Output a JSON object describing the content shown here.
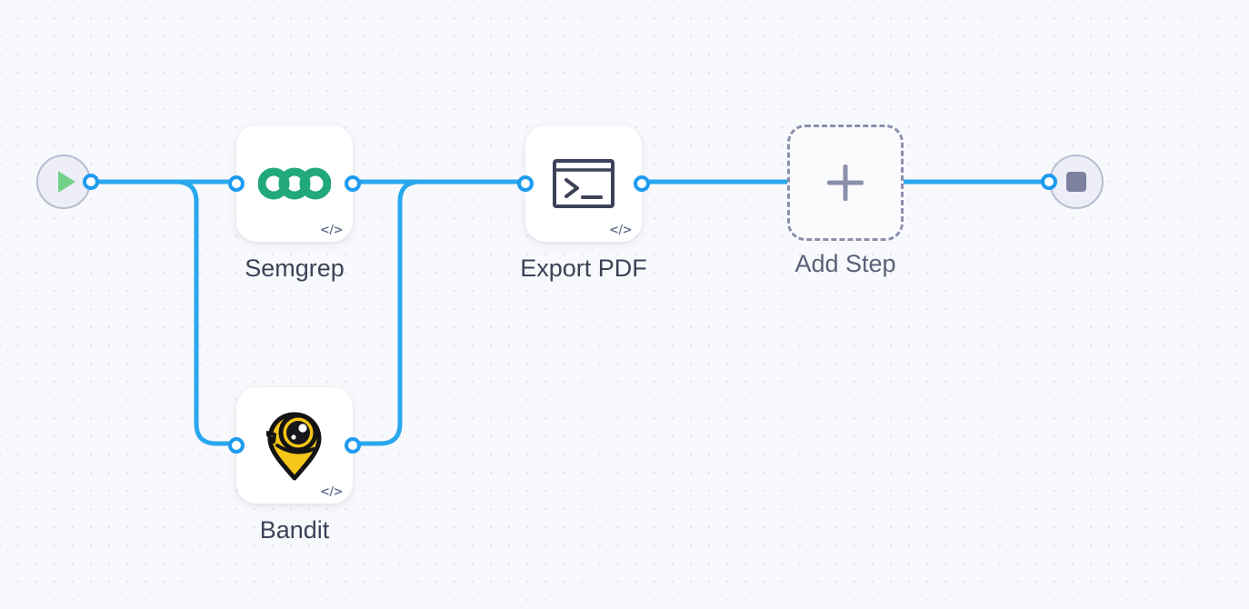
{
  "canvas": {
    "background_color": "#f8f9fc",
    "grid_dot_color": "#e0e3ee",
    "edge_color": "#29a8ee",
    "port_ring_color": "#1f9bef",
    "label_color": "#3c4257"
  },
  "start_node": {
    "name": "start",
    "icon": "play-icon",
    "icon_color": "#74d18a",
    "fill_color": "#edeef7",
    "border_color": "#b9bdd2"
  },
  "end_node": {
    "name": "end",
    "icon": "stop-icon",
    "icon_color": "#7c81a0",
    "fill_color": "#edeef7",
    "border_color": "#b9bdd2"
  },
  "steps": [
    {
      "id": "semgrep",
      "label": "Semgrep",
      "icon": "semgrep-logo-icon",
      "icon_color": "#21a97a",
      "badge": "</>",
      "badge_name": "code-badge-icon"
    },
    {
      "id": "bandit",
      "label": "Bandit",
      "icon": "bandit-logo-icon",
      "icon_color": "#f5c518",
      "badge": "</>",
      "badge_name": "code-badge-icon"
    },
    {
      "id": "export-pdf",
      "label": "Export PDF",
      "icon": "terminal-icon",
      "icon_color": "#3c4257",
      "badge": "</>",
      "badge_name": "code-badge-icon"
    }
  ],
  "add_step": {
    "label": "Add Step",
    "icon": "plus-icon",
    "border_color": "#8b90ab"
  }
}
